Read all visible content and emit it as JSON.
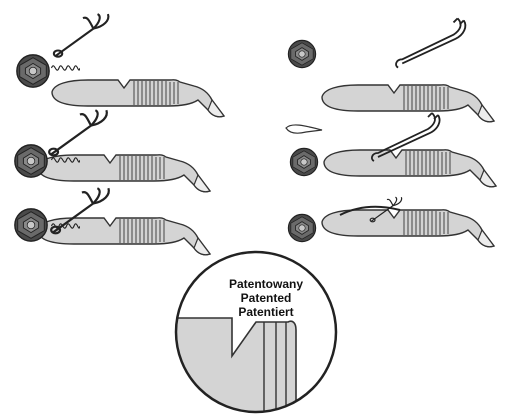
{
  "callout": {
    "line1": "Patentowany",
    "line2": "Patented",
    "line3": "Patentiert"
  },
  "colors": {
    "outline": "#333333",
    "lure_fill": "#d4d4d4",
    "lure_light": "#ececec",
    "head_dark": "#4a4a4a",
    "background": "#ffffff"
  },
  "steps": [
    {
      "id": "left-1",
      "parts": [
        "jig-head",
        "spring-coil",
        "treble-hook",
        "soft-lure"
      ]
    },
    {
      "id": "left-2",
      "parts": [
        "jig-head",
        "spring-coil",
        "treble-hook",
        "soft-lure"
      ]
    },
    {
      "id": "left-3",
      "parts": [
        "jig-head",
        "spring-coil",
        "treble-hook",
        "soft-lure"
      ]
    },
    {
      "id": "right-1",
      "parts": [
        "jig-head",
        "double-hook",
        "soft-lure"
      ]
    },
    {
      "id": "right-2",
      "parts": [
        "jig-head",
        "pin",
        "double-hook",
        "soft-lure"
      ]
    },
    {
      "id": "right-3",
      "parts": [
        "jig-head",
        "treble-hook",
        "soft-lure"
      ]
    }
  ]
}
